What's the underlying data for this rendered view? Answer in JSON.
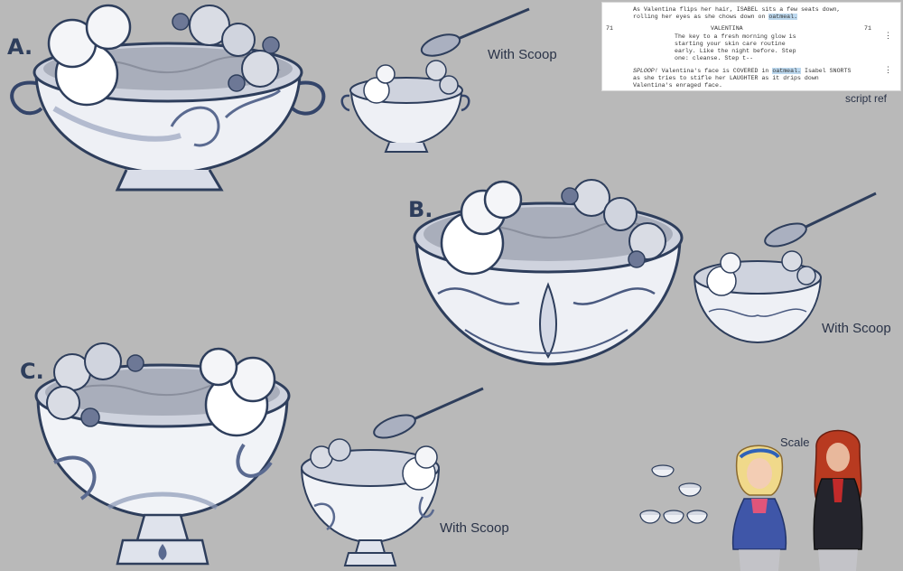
{
  "labels": {
    "a": "A.",
    "b": "B.",
    "c": "C.",
    "with_scoop": "With Scoop",
    "script_ref": "script ref",
    "scale": "Scale"
  },
  "script": {
    "action_1a": "As Valentina flips her hair, ISABEL sits a few seats down,",
    "action_1b": "rolling her eyes as she chows down on",
    "action_1_hl": "oatmeal.",
    "scene_num_left": "71",
    "scene_num_right": "71",
    "character": "VALENTINA",
    "dialogue_1": "The key to a fresh morning glow is",
    "dialogue_2": "starting your skin care routine",
    "dialogue_3": "early. Like the night before. Step",
    "dialogue_4": "one: cleanse. Step t--",
    "action_2_em": "SPLOOP!",
    "action_2a": "Valentina's face is COVERED in",
    "action_2_hl": "oatmeal.",
    "action_2b": "Isabel SNORTS",
    "action_2c": "as she tries to stifle her LAUGHTER as it drips down",
    "action_2d": "Valentina's enraged face."
  },
  "colors": {
    "background": "#b9b9b9",
    "ink": "#2e3e5c",
    "highlight": "#bcd8ee"
  }
}
